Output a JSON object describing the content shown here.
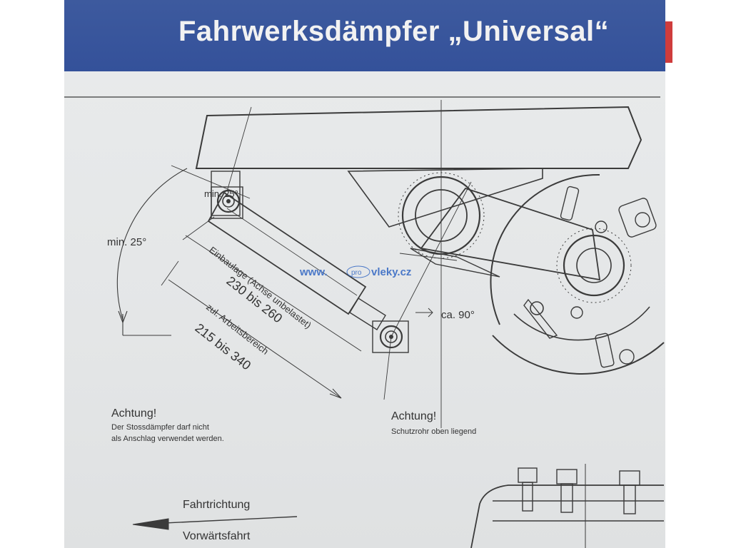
{
  "page": {
    "title": "Fahrwerksdämpfer „Universal“"
  },
  "diagram": {
    "angle_left": "min. 25°",
    "angle_top": "min. 25°",
    "angle_right": "ca. 90°",
    "dim1_label": "Einbaulage (Achse unbelastet)",
    "dim1_value": "230 bis 260",
    "dim2_label": "zul. Arbeitsbereich",
    "dim2_value": "215 bis 340",
    "watermark": {
      "prefix": "www.",
      "middle": "pro",
      "suffix": "vleky.cz"
    }
  },
  "notes": {
    "left": {
      "heading": "Achtung!",
      "line1": "Der Stossdämpfer darf nicht",
      "line2": "als Anschlag verwendet werden."
    },
    "right": {
      "heading": "Achtung!",
      "line1": "Schutzrohr oben liegend"
    }
  },
  "direction": {
    "top": "Fahrtrichtung",
    "bottom": "Vorwärtsfahrt"
  },
  "colors": {
    "header": "#34519a",
    "line": "#3b3b3b",
    "watermark": "#4a78c8"
  }
}
